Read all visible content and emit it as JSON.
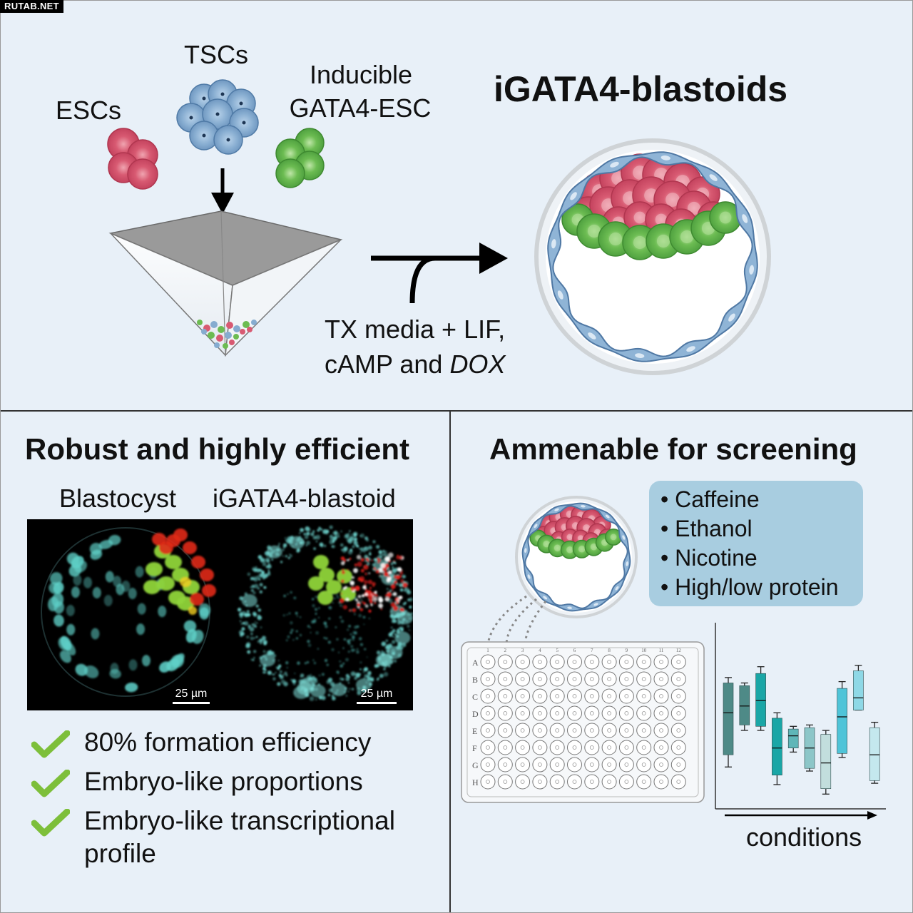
{
  "watermark": "RUTAB.NET",
  "top": {
    "labels": {
      "escs": "ESCs",
      "tscs": "TSCs",
      "inducible_line1": "Inducible",
      "inducible_line2": "GATA4-ESC"
    },
    "title": "iGATA4-blastoids",
    "media_line1": "TX media + LIF,",
    "media_line2_plain": "cAMP and ",
    "media_line2_italic": "DOX"
  },
  "left_panel": {
    "title": "Robust and highly efficient",
    "image_labels": {
      "left": "Blastocyst",
      "right": "iGATA4-blastoid"
    },
    "scale_left": "25 µm",
    "scale_right": "25 µm",
    "checks": [
      {
        "text": "80% formation efficiency"
      },
      {
        "text": "Embryo-like proportions"
      },
      {
        "text": "Embryo-like transcriptional"
      },
      {
        "text": "profile"
      }
    ]
  },
  "right_panel": {
    "title": "Ammenable for screening",
    "treatments": [
      "• Caffeine",
      "• Ethanol",
      "• Nicotine",
      "• High/low protein"
    ],
    "plate_rows": [
      "A",
      "B",
      "C",
      "D",
      "E",
      "F",
      "G",
      "H"
    ],
    "plate_cols": [
      "1",
      "2",
      "3",
      "4",
      "5",
      "6",
      "7",
      "8",
      "9",
      "10",
      "11",
      "12"
    ],
    "xlabel": "conditions"
  },
  "colors": {
    "background": "#e8f0f8",
    "esc_red": "#d4506a",
    "tsc_blue": "#7aa4c8",
    "gata4_green": "#5cb048",
    "check_green": "#7dbf3a",
    "treatment_box": "#a8cde0",
    "micro_cyan": "#5fd0c8"
  },
  "chart_data": {
    "type": "box",
    "xlabel": "conditions",
    "ylabel": "",
    "title": "",
    "colors": [
      "#4e8a87",
      "#4e8a87",
      "#1aa6a6",
      "#1aa6a6",
      "#5fb6b8",
      "#8cc6c8",
      "#c2dedd",
      "#4fc4d8",
      "#8ed8e6",
      "#c4e8ee"
    ],
    "boxes": [
      {
        "whisker_low": 13,
        "q1": 22,
        "median": 53,
        "q3": 75,
        "whisker_high": 79
      },
      {
        "whisker_low": 40,
        "q1": 44,
        "median": 58,
        "q3": 73,
        "whisker_high": 75
      },
      {
        "whisker_low": 40,
        "q1": 43,
        "median": 62,
        "q3": 82,
        "whisker_high": 87
      },
      {
        "whisker_low": 0,
        "q1": 7,
        "median": 27,
        "q3": 49,
        "whisker_high": 53
      },
      {
        "whisker_low": 24,
        "q1": 27,
        "median": 36,
        "q3": 41,
        "whisker_high": 43
      },
      {
        "whisker_low": 10,
        "q1": 12,
        "median": 27,
        "q3": 42,
        "whisker_high": 44
      },
      {
        "whisker_low": -7,
        "q1": -3,
        "median": 16,
        "q3": 37,
        "whisker_high": 40
      },
      {
        "whisker_low": 20,
        "q1": 23,
        "median": 50,
        "q3": 71,
        "whisker_high": 76
      },
      {
        "whisker_low": 55,
        "q1": 55,
        "median": 64,
        "q3": 84,
        "whisker_high": 88
      },
      {
        "whisker_low": 1,
        "q1": 3,
        "median": 22,
        "q3": 42,
        "whisker_high": 46
      }
    ]
  }
}
